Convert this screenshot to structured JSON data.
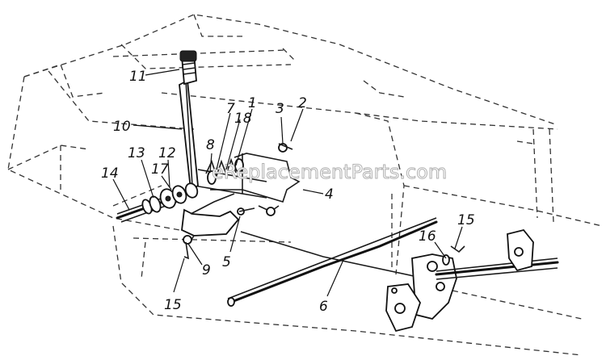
{
  "watermark": "eReplacementParts.com",
  "callouts": [
    {
      "id": "11",
      "text": "11"
    },
    {
      "id": "10",
      "text": "10"
    },
    {
      "id": "7",
      "text": "7"
    },
    {
      "id": "18",
      "text": "18"
    },
    {
      "id": "1",
      "text": "1"
    },
    {
      "id": "3",
      "text": "3"
    },
    {
      "id": "2",
      "text": "2"
    },
    {
      "id": "8",
      "text": "8"
    },
    {
      "id": "13",
      "text": "13"
    },
    {
      "id": "12",
      "text": "12"
    },
    {
      "id": "17",
      "text": "17"
    },
    {
      "id": "14",
      "text": "14"
    },
    {
      "id": "4",
      "text": "4"
    },
    {
      "id": "5",
      "text": "5"
    },
    {
      "id": "9",
      "text": "9"
    },
    {
      "id": "15a",
      "text": "15"
    },
    {
      "id": "6",
      "text": "6"
    },
    {
      "id": "15b",
      "text": "15"
    },
    {
      "id": "16",
      "text": "16"
    }
  ]
}
